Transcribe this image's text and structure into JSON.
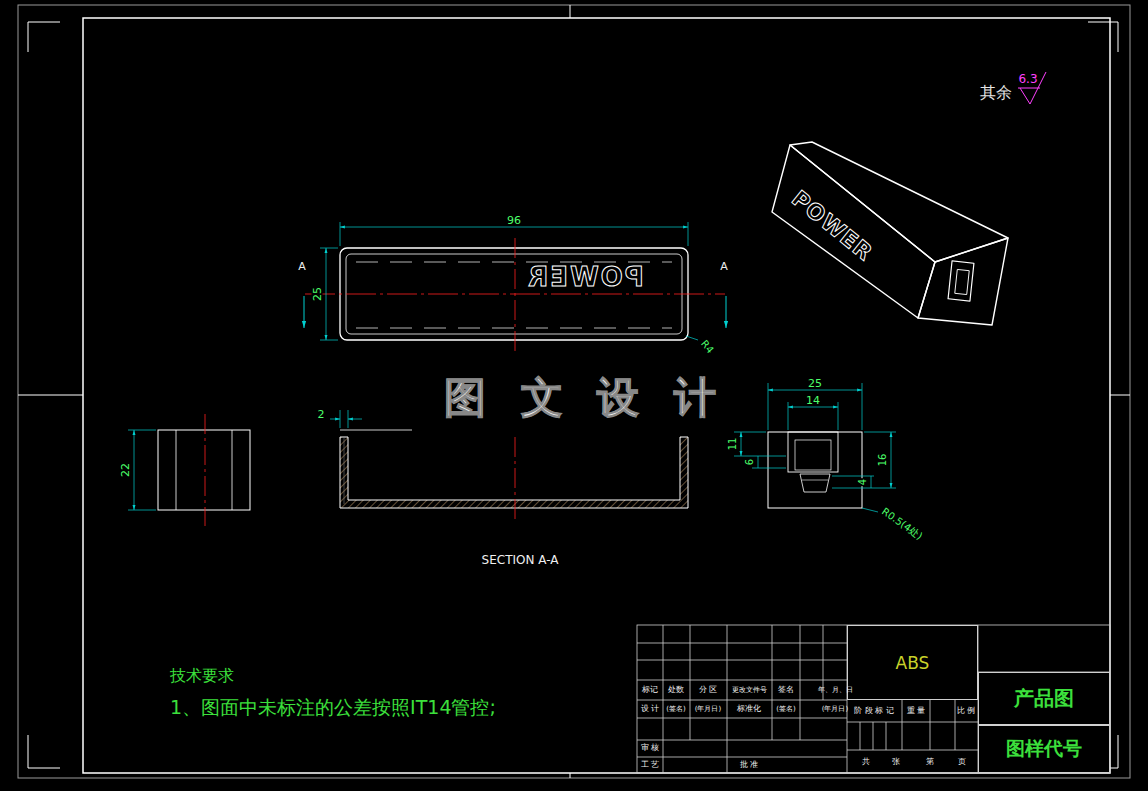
{
  "diagram": {
    "nodes": [
      {
        "text": [
          "ABS"
        ]
      },
      {
        "text": [
          "产品图"
        ]
      },
      {
        "text": [
          "图样代号"
        ]
      }
    ],
    "labels": [
      "其余",
      "6.3",
      "96",
      "A",
      "A",
      "25",
      "R4",
      "POWER",
      "图 文 设 计",
      "2",
      "22",
      "SECTION A-A",
      "25",
      "14",
      "11",
      "6",
      "16",
      "4",
      "R0.5(4处)",
      "POWER",
      "技术要求",
      "1、图面中未标注的公差按照IT14管控;",
      "标记",
      "处数",
      "分 区",
      "更改文件号",
      "签名",
      "年、月、日",
      "设 计",
      "(签名)",
      "(年月日)",
      "标准化",
      "(签名)",
      "(年月日)",
      "审 核",
      "工 艺",
      "批 准",
      "阶 段 标 记",
      "重 量",
      "比 例",
      "共",
      "张",
      "第",
      "页"
    ]
  }
}
